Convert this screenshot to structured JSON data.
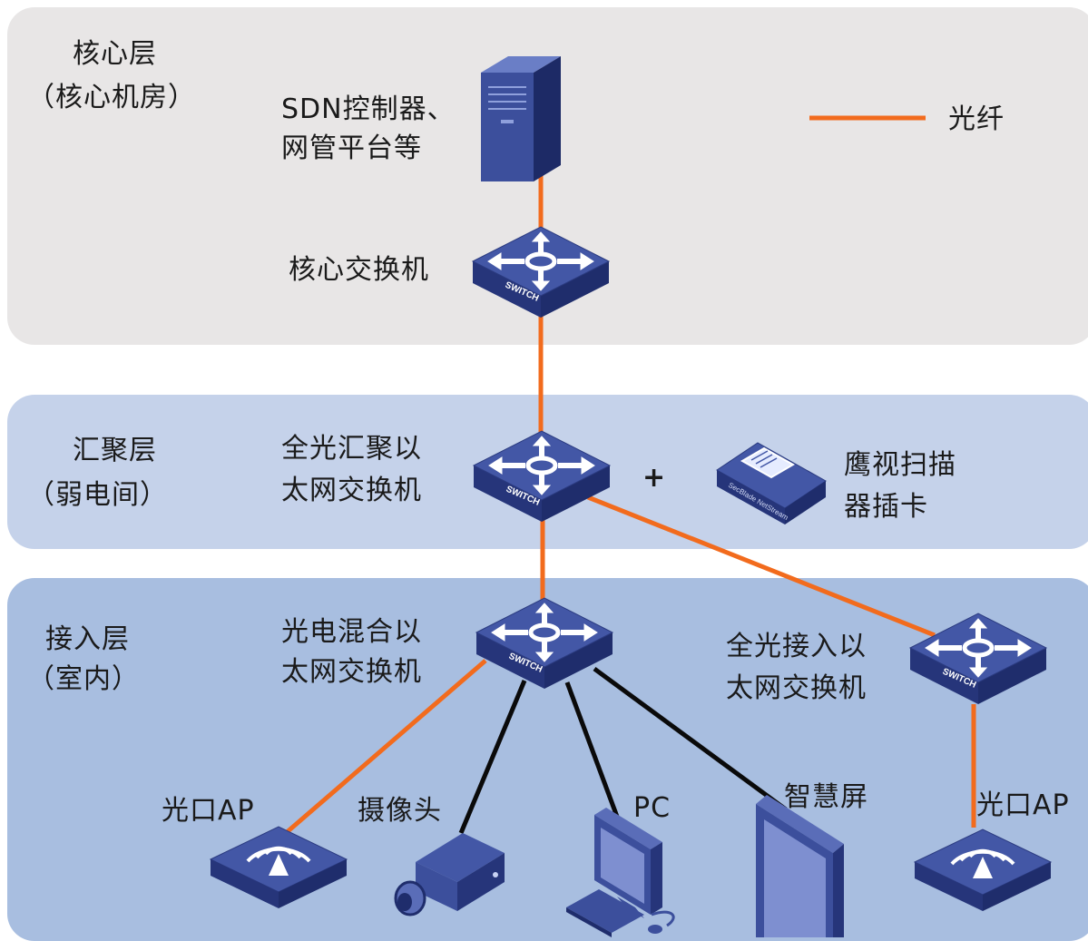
{
  "layers": {
    "core": {
      "name": "核心层",
      "sub": "（核心机房）",
      "color": "#e8e6e6"
    },
    "aggregation": {
      "name": "汇聚层",
      "sub": "（弱电间）",
      "color": "#c5d2ea"
    },
    "access": {
      "name": "接入层",
      "sub": "（室内）",
      "color": "#a8bee0"
    }
  },
  "nodes": {
    "controller": {
      "line1": "SDN控制器、",
      "line2": "网管平台等"
    },
    "core_switch": {
      "label": "核心交换机"
    },
    "agg_switch": {
      "line1": "全光汇聚以",
      "line2": "太网交换机"
    },
    "scanner_card": {
      "line1": "鹰视扫描",
      "line2": "器插卡",
      "card_text": "SecBlade NetStream"
    },
    "plus_sign": "+",
    "hybrid_switch": {
      "line1": "光电混合以",
      "line2": "太网交换机"
    },
    "optical_access_switch": {
      "line1": "全光接入以",
      "line2": "太网交换机"
    },
    "ap_left": {
      "label": "光口AP"
    },
    "camera": {
      "label": "摄像头"
    },
    "pc": {
      "label": "PC"
    },
    "smart_screen": {
      "label": "智慧屏"
    },
    "ap_right": {
      "label": "光口AP"
    },
    "switch_text": "SWITCH"
  },
  "legend": {
    "label": "光纤",
    "color": "#f26b1d"
  },
  "colors": {
    "fiber": "#f26b1d",
    "copper": "#0a0a0a",
    "device": "#3c4f9c",
    "device_dark": "#26357a",
    "device_light": "#5a6db8"
  }
}
